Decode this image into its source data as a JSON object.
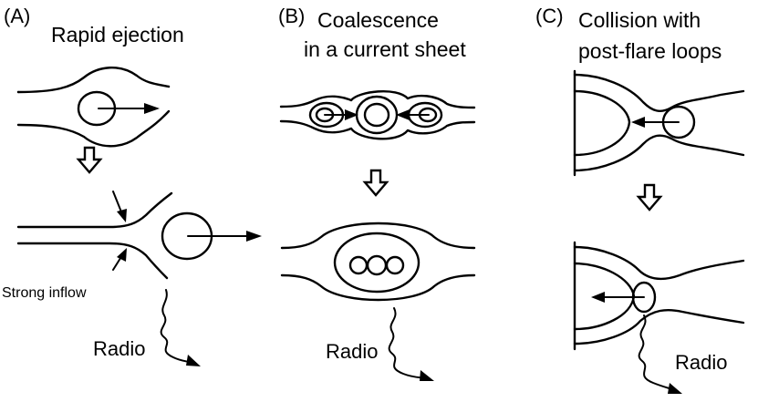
{
  "panels": [
    {
      "label": "(A)",
      "title_lines": [
        "Rapid ejection"
      ],
      "annotation": "Strong inflow",
      "radio": "Radio"
    },
    {
      "label": "(B)",
      "title_lines": [
        "Coalescence",
        "in a current sheet"
      ],
      "radio": "Radio"
    },
    {
      "label": "(C)",
      "title_lines": [
        "Collision with",
        "post-flare loops"
      ],
      "radio": "Radio"
    }
  ],
  "colors": {
    "ink": "#000000",
    "background": "#ffffff"
  },
  "icons": [
    "down-arrow-icon",
    "wavy-arrow-icon"
  ]
}
